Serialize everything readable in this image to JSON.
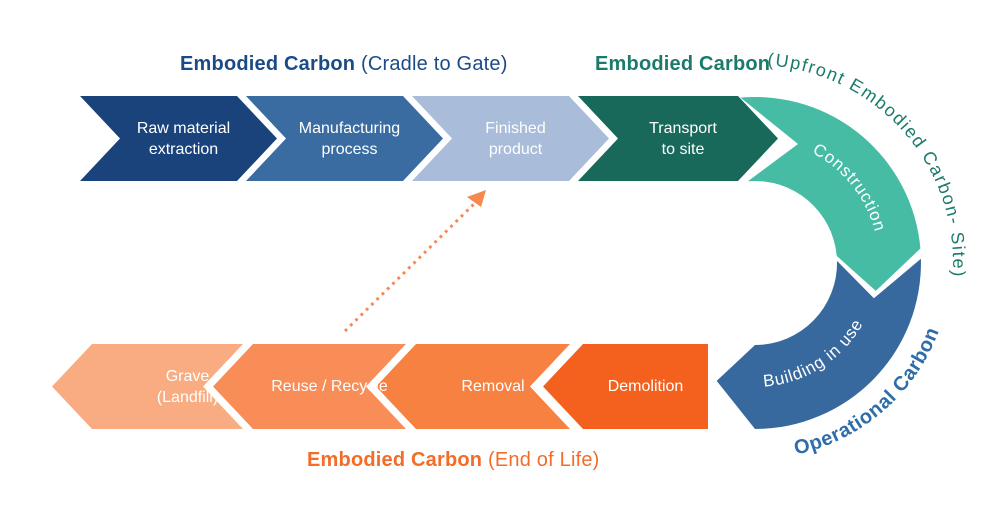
{
  "headings": {
    "cradle": {
      "bold": "Embodied Carbon",
      "note": " (Cradle to Gate)",
      "color": "#1B4B87"
    },
    "upfront": {
      "bold": "Embodied Carbon",
      "curve": "(Upfront Embodied Carbon- Site)",
      "color": "#1C7A6B"
    },
    "end_of_life": {
      "bold": "Embodied Carbon",
      "note": " (End of Life)",
      "color": "#F46C28"
    },
    "operational": {
      "text": "Operational Carbon",
      "color": "#2E6DA9"
    }
  },
  "top_arrows": [
    {
      "name": "raw-material-extraction",
      "line1": "Raw material",
      "line2": "extraction",
      "color": "#1A437C"
    },
    {
      "name": "manufacturing-process",
      "line1": "Manufacturing",
      "line2": "process",
      "color": "#3A6CA2"
    },
    {
      "name": "finished-product",
      "line1": "Finished",
      "line2": "product",
      "color": "#A9BCD9"
    },
    {
      "name": "transport-to-site",
      "line1": "Transport",
      "line2": "to site",
      "color": "#19695B"
    }
  ],
  "arc_segments": [
    {
      "name": "construction",
      "label": "Construction",
      "color": "#47BCA4"
    },
    {
      "name": "building-in-use",
      "label": "Building in use",
      "color": "#37699E"
    }
  ],
  "bottom_arrows": [
    {
      "name": "demolition",
      "label": "Demolition",
      "color": "#F4611E"
    },
    {
      "name": "removal",
      "label": "Removal",
      "color": "#F78141"
    },
    {
      "name": "reuse-recycle",
      "label": "Reuse / Recycle",
      "color": "#F88D57"
    },
    {
      "name": "grave-landfill",
      "line1": "Grave",
      "line2": "(Landfill)",
      "color": "#F9AC82"
    }
  ],
  "recycle_arrow": {
    "color": "#F7884F"
  }
}
